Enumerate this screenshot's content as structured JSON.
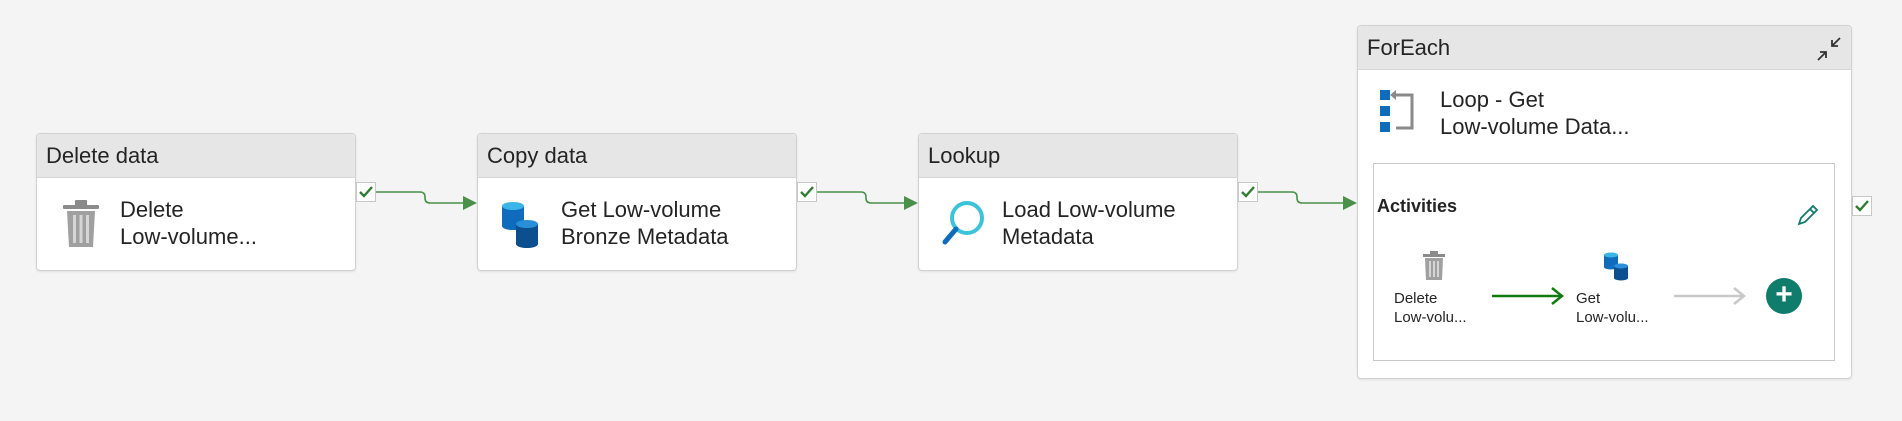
{
  "activities": [
    {
      "type": "Delete data",
      "name": "Delete\nLow-volume...",
      "icon": "trash-icon"
    },
    {
      "type": "Copy data",
      "name": "Get Low-volume\nBronze Metadata",
      "icon": "database-copy-icon"
    },
    {
      "type": "Lookup",
      "name": "Load Low-volume\nMetadata",
      "icon": "lookup-magnifier-icon"
    }
  ],
  "foreach": {
    "type": "ForEach",
    "name": "Loop - Get\nLow-volume Data...",
    "icon": "foreach-loop-icon",
    "activities_label": "Activities",
    "inner_activities": [
      {
        "name": "Delete\nLow-volu...",
        "icon": "trash-icon"
      },
      {
        "name": "Get\nLow-volu...",
        "icon": "database-copy-icon"
      }
    ]
  },
  "colors": {
    "success": "#2e7d32",
    "connector": "#4a8f4a",
    "header_bg": "#e6e6e6",
    "add_button": "#107c6c",
    "icon_blue": "#0f6cbd",
    "lookup_cyan": "#3bc4d9"
  }
}
